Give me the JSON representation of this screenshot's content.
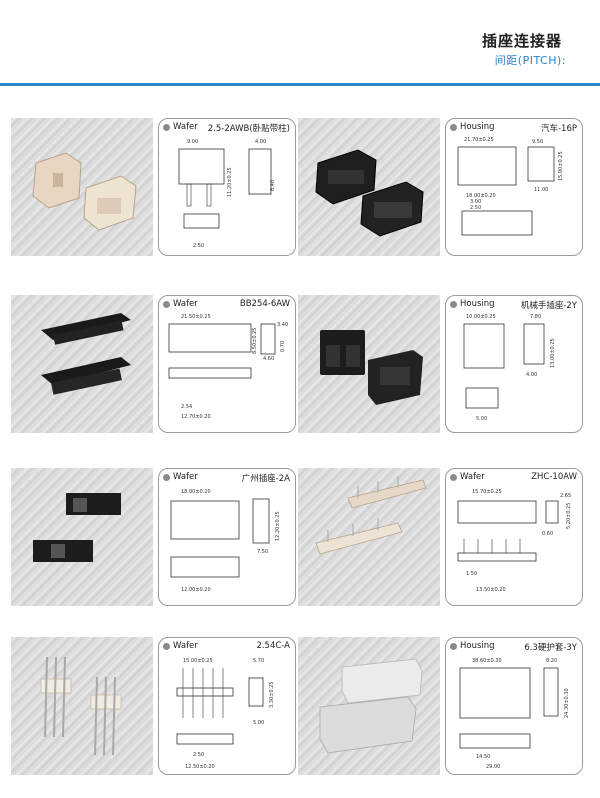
{
  "header": {
    "title": "插座连接器",
    "subtitle": "间距(PITCH):"
  },
  "products": [
    {
      "type": "Wafer",
      "model": "2.5-2AWB(卧贴带柱)",
      "dims": [
        "9.00",
        "4.00",
        "11.20±0.25",
        "8.40",
        "2.50"
      ]
    },
    {
      "type": "Housing",
      "model": "汽车-16P",
      "dims": [
        "21.70±0.25",
        "9.50",
        "15.00±0.25",
        "11.00",
        "18.00±0.20",
        "3.00",
        "2.50"
      ]
    },
    {
      "type": "Wafer",
      "model": "BB254-6AW",
      "dims": [
        "21.50±0.25",
        "3.40",
        "8.50±0.25",
        "0.70",
        "4.60",
        "2.54",
        "12.70±0.20"
      ]
    },
    {
      "type": "Housing",
      "model": "机械手插座-2Y",
      "dims": [
        "10.00±0.25",
        "7.80",
        "13.00±0.25",
        "4.00",
        "5.00"
      ]
    },
    {
      "type": "Wafer",
      "model": "广州插座-2A",
      "dims": [
        "18.00±0.20",
        "12.20±0.25",
        "7.50",
        "12.00±0.20"
      ]
    },
    {
      "type": "Wafer",
      "model": "ZHC-10AW",
      "dims": [
        "15.70±0.25",
        "2.65",
        "5.20±0.25",
        "0.60",
        "1.50",
        "13.50±0.20"
      ]
    },
    {
      "type": "Wafer",
      "model": "2.54C-A",
      "dims": [
        "15.00±0.25",
        "5.70",
        "3.30±0.25",
        "5.00",
        "2.50",
        "12.50±0.20"
      ]
    },
    {
      "type": "Housing",
      "model": "6.3硬护套-3Y",
      "dims": [
        "38.60±0.30",
        "8.20",
        "24.30±0.30",
        "14.50",
        "29.00"
      ]
    }
  ],
  "colors": {
    "accent": "#2a86c9",
    "panel_border": "#9a9a9a",
    "photo_bg": "#dcdcdc"
  }
}
